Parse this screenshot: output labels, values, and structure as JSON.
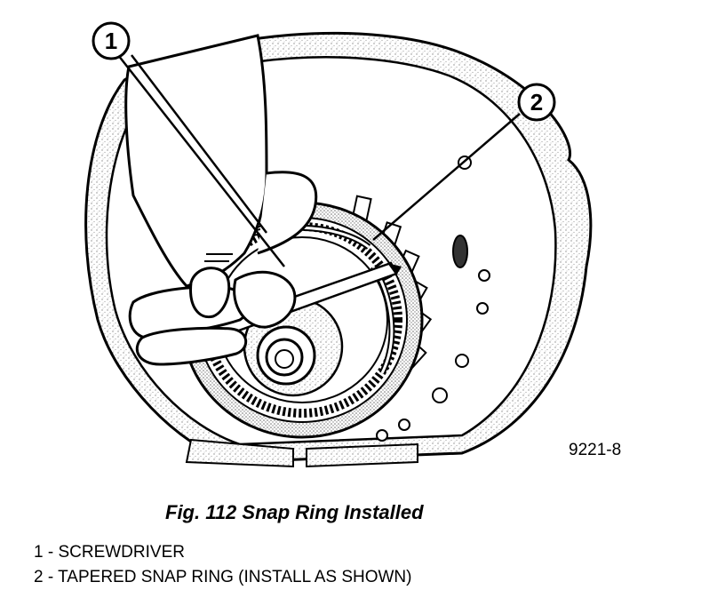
{
  "figure": {
    "code": "9221-8",
    "caption": "Fig. 112 Snap Ring Installed"
  },
  "callouts": [
    {
      "number": "1",
      "icon": "screwdriver-icon"
    },
    {
      "number": "2",
      "icon": "snap-ring-icon"
    }
  ],
  "legend": [
    {
      "text": "1 - SCREWDRIVER"
    },
    {
      "text": "2 - TAPERED SNAP RING (INSTALL AS SHOWN)"
    }
  ],
  "colors": {
    "ink": "#000000",
    "paper": "#ffffff",
    "stipple": "#9a9a9a"
  }
}
